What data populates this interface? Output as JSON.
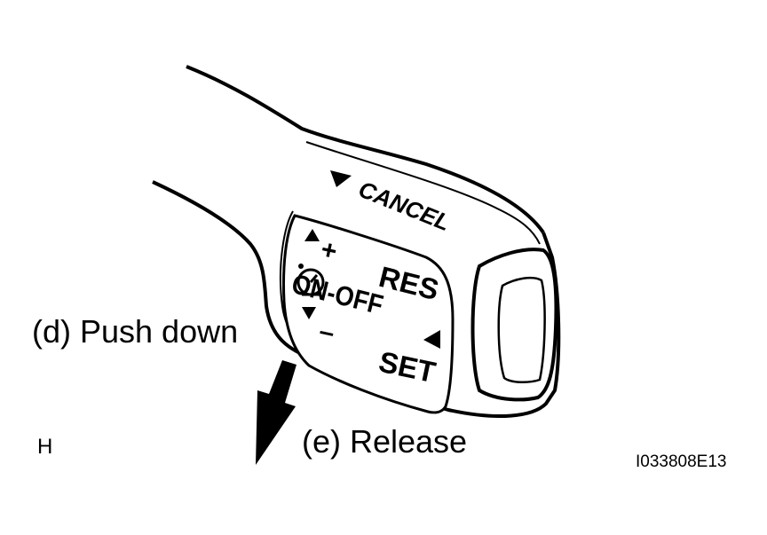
{
  "labels": {
    "push_down": "(d) Push down",
    "release": "(e) Release",
    "corner_letter": "H",
    "figure_code": "I033808E13"
  },
  "switch_labels": {
    "cancel": "CANCEL",
    "res": "RES",
    "on_off": "ON-OFF",
    "set": "SET",
    "plus": "+",
    "minus": "–"
  },
  "colors": {
    "line": "#000000",
    "background": "#ffffff"
  },
  "icons": [
    "cruise-speedometer-icon",
    "arrow-down-icon"
  ]
}
